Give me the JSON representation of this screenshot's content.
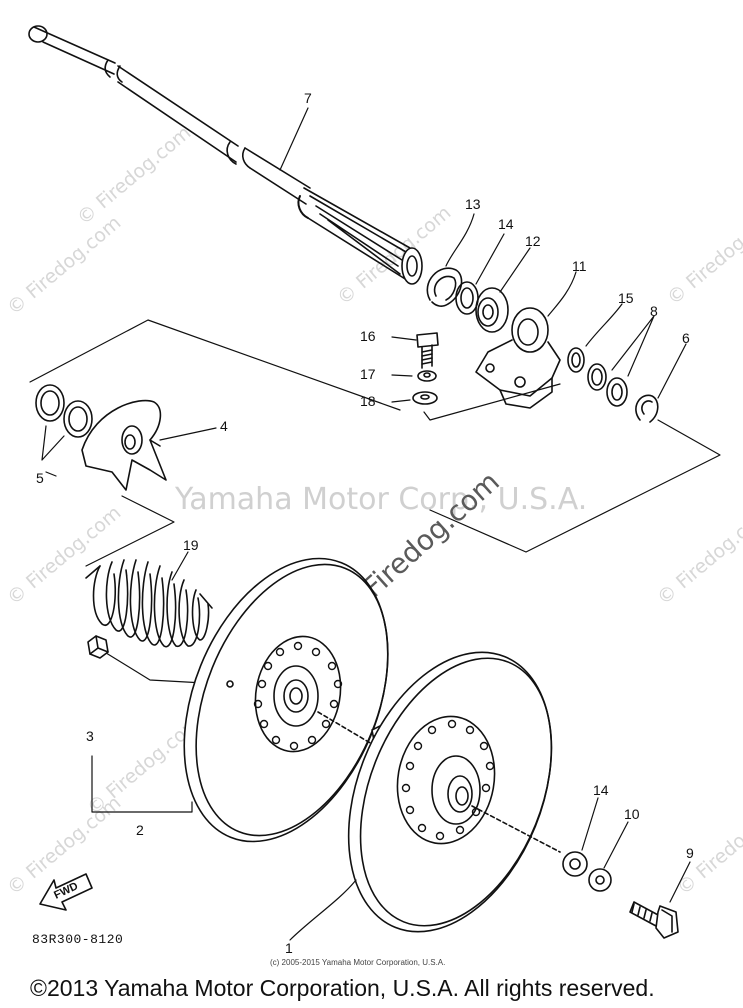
{
  "watermarks": {
    "side": "© Firedog.com",
    "center": "Yamaha Motor Corp., U.S.A.",
    "diagonal": "© Firedog.com"
  },
  "parts": [
    {
      "id": "label-7",
      "text": "7"
    },
    {
      "id": "label-13",
      "text": "13"
    },
    {
      "id": "label-14a",
      "text": "14"
    },
    {
      "id": "label-12",
      "text": "12"
    },
    {
      "id": "label-11",
      "text": "11"
    },
    {
      "id": "label-15",
      "text": "15"
    },
    {
      "id": "label-8",
      "text": "8"
    },
    {
      "id": "label-6",
      "text": "6"
    },
    {
      "id": "label-16",
      "text": "16"
    },
    {
      "id": "label-17",
      "text": "17"
    },
    {
      "id": "label-18",
      "text": "18"
    },
    {
      "id": "label-5",
      "text": "5"
    },
    {
      "id": "label-4",
      "text": "4"
    },
    {
      "id": "label-19",
      "text": "19"
    },
    {
      "id": "label-3",
      "text": "3"
    },
    {
      "id": "label-2",
      "text": "2"
    },
    {
      "id": "label-14b",
      "text": "14"
    },
    {
      "id": "label-10",
      "text": "10"
    },
    {
      "id": "label-9",
      "text": "9"
    },
    {
      "id": "label-1",
      "text": "1"
    }
  ],
  "fwd_arrow": "FWD",
  "drawing_code": "83R300-8120",
  "small_copyright": "(c) 2005-2015 Yamaha Motor Corporation, U.S.A.",
  "footer": "©2013 Yamaha Motor Corporation, U.S.A. All rights reserved."
}
